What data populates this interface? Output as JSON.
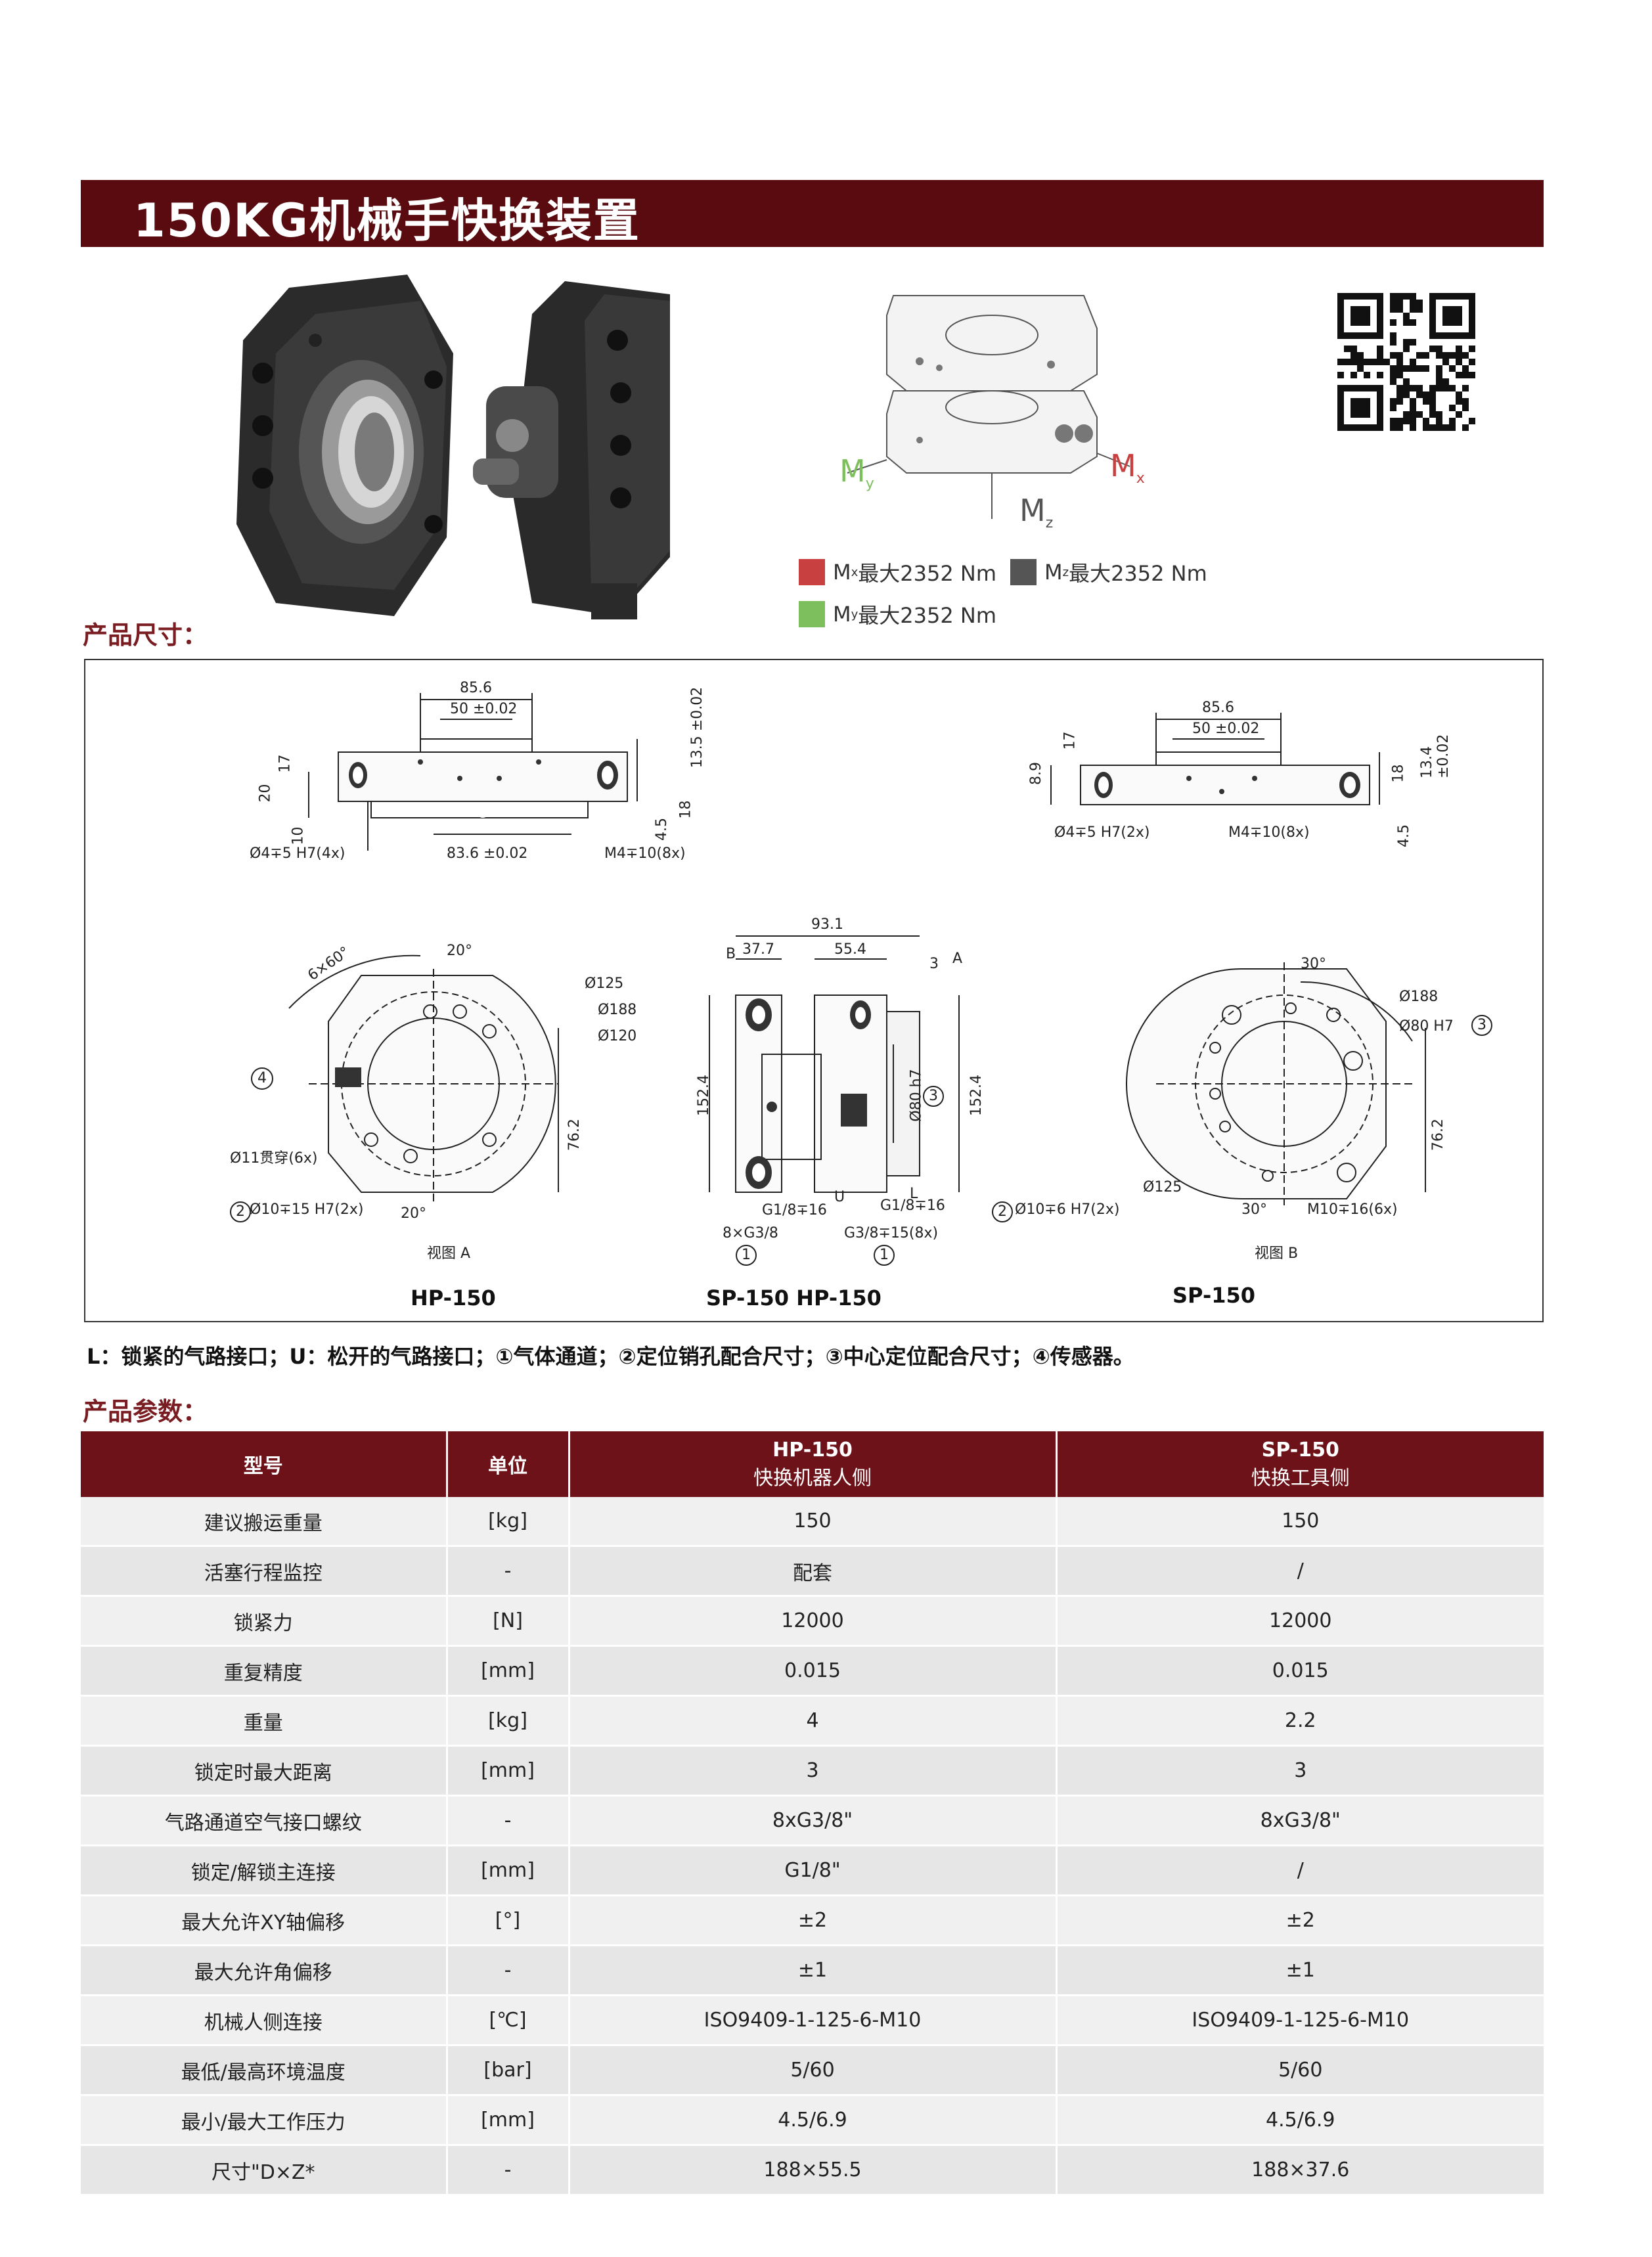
{
  "title": "150KG机械手快换装置",
  "section_dimensions": "产品尺寸：",
  "section_params": "产品参数：",
  "moments": {
    "mx_label": "M",
    "mx_sub": "x",
    "my_label": "M",
    "my_sub": "y",
    "mz_label": "M",
    "mz_sub": "z",
    "legend": [
      {
        "sym": "M",
        "sub": "x",
        "text": "最大2352 Nm",
        "color": "#c94040"
      },
      {
        "sym": "M",
        "sub": "z",
        "text": "最大2352 Nm",
        "color": "#555555"
      },
      {
        "sym": "M",
        "sub": "y",
        "text": "最大2352 Nm",
        "color": "#7cbf5c"
      }
    ]
  },
  "drawings": {
    "hp_side": {
      "d1": "85.6",
      "d2": "50 ±0.02",
      "d3": "13.5 ±0.02",
      "d4": "17",
      "d5": "20",
      "d6": "10",
      "d7": "4.5",
      "d8": "18",
      "d9": "Ø4∓5 H7(4x)",
      "d10": "83.6 ±0.02",
      "d11": "M4∓10(8x)"
    },
    "sp_side": {
      "d1": "85.6",
      "d2": "50 ±0.02",
      "d3": "13.4 ±0.02",
      "d4": "17",
      "d5": "8.9",
      "d6": "18",
      "d7": "4.5",
      "d8": "Ø4∓5 H7(2x)",
      "d9": "M4∓10(8x)"
    },
    "view_a": {
      "d1": "6×60°",
      "d2": "20°",
      "d3": "Ø125",
      "d4": "Ø188",
      "d5": "Ø120",
      "d6": "76.2",
      "d7": "Ø11贯穿(6x)",
      "d8": "Ø10∓15 H7(2x)",
      "d9": "20°",
      "c4": "4",
      "c2": "2",
      "caption": "视图 A"
    },
    "section": {
      "d1": "93.1",
      "d2": "37.7",
      "d3": "55.4",
      "d4": "3",
      "d5": "152.4",
      "d6": "Ø80 h7",
      "d7": "152.4",
      "d8": "G1/8∓16",
      "d9": "G1/8∓16",
      "d10": "8×G3/8",
      "d11": "G3/8∓15(8x)",
      "u": "U",
      "l": "L",
      "a": "A",
      "b": "B",
      "c1": "1",
      "c3": "3"
    },
    "view_b": {
      "d1": "30°",
      "d2": "Ø188",
      "d3": "Ø80 H7",
      "d4": "76.2",
      "d5": "Ø125",
      "d6": "Ø10∓6 H7(2x)",
      "d7": "30°",
      "d8": "M10∓16(6x)",
      "c2": "2",
      "c3": "3",
      "caption": "视图 B"
    },
    "labels": {
      "hp": "HP-150",
      "sp_hp": "SP-150  HP-150",
      "sp": "SP-150"
    }
  },
  "note": "L：锁紧的气路接口；U：松开的气路接口；①气体通道；②定位销孔配合尺寸；③中心定位配合尺寸；④传感器。",
  "table": {
    "headers": [
      {
        "main": "型号",
        "sub": ""
      },
      {
        "main": "单位",
        "sub": ""
      },
      {
        "main": "HP-150",
        "sub": "快换机器人侧"
      },
      {
        "main": "SP-150",
        "sub": "快换工具侧"
      }
    ],
    "rows": [
      [
        "建议搬运重量",
        "[kg]",
        "150",
        "150"
      ],
      [
        "活塞行程监控",
        "-",
        "配套",
        "/"
      ],
      [
        "锁紧力",
        "[N]",
        "12000",
        "12000"
      ],
      [
        "重复精度",
        "[mm]",
        "0.015",
        "0.015"
      ],
      [
        "重量",
        "[kg]",
        "4",
        "2.2"
      ],
      [
        "锁定时最大距离",
        "[mm]",
        "3",
        "3"
      ],
      [
        "气路通道空气接口螺纹",
        "-",
        "8xG3/8\"",
        "8xG3/8\""
      ],
      [
        "锁定/解锁主连接",
        "[mm]",
        "G1/8\"",
        "/"
      ],
      [
        "最大允许XY轴偏移",
        "[°]",
        "±2",
        "±2"
      ],
      [
        "最大允许角偏移",
        "-",
        "±1",
        "±1"
      ],
      [
        "机械人侧连接",
        "[℃]",
        "ISO9409-1-125-6-M10",
        "ISO9409-1-125-6-M10"
      ],
      [
        "最低/最高环境温度",
        "[bar]",
        "5/60",
        "5/60"
      ],
      [
        "最小/最大工作压力",
        "[mm]",
        "4.5/6.9",
        "4.5/6.9"
      ],
      [
        "尺寸\"D×Z*",
        "-",
        "188×55.5",
        "188×37.6"
      ]
    ]
  }
}
